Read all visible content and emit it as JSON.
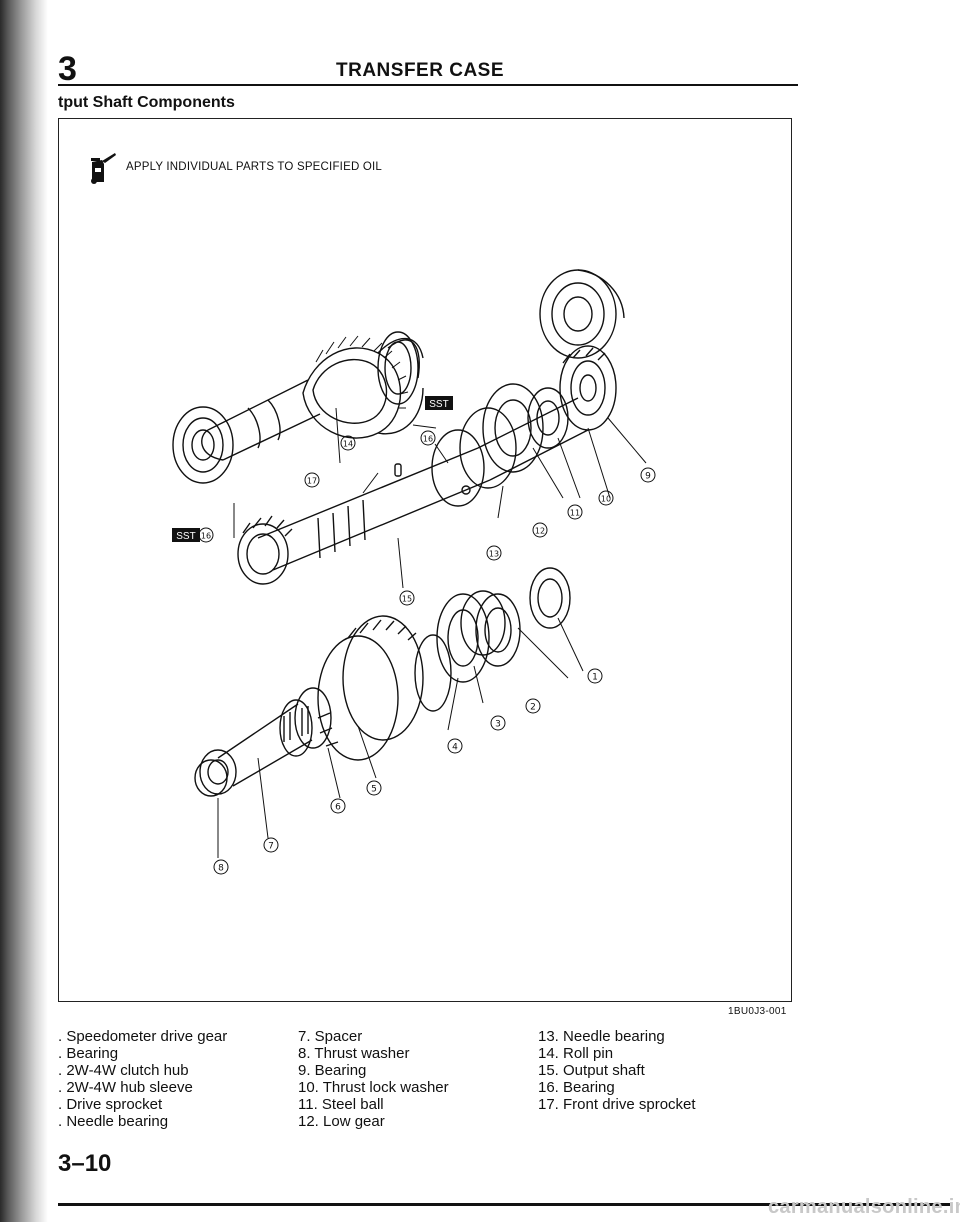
{
  "header": {
    "chapter": "3",
    "title": "TRANSFER CASE",
    "section": "tput Shaft Components"
  },
  "figure": {
    "oil_note": "APPLY INDIVIDUAL PARTS TO SPECIFIED OIL",
    "oil_icon": "oil-can-icon",
    "sst_label": "SST",
    "callouts": [
      "1",
      "2",
      "3",
      "4",
      "5",
      "6",
      "7",
      "8",
      "9",
      "10",
      "11",
      "12",
      "13",
      "14",
      "15",
      "16",
      "16",
      "17"
    ],
    "code": "1BU0J3-001"
  },
  "legend": {
    "col1": [
      ". Speedometer drive gear",
      ". Bearing",
      ". 2W-4W clutch hub",
      ". 2W-4W hub sleeve",
      ". Drive sprocket",
      ". Needle bearing"
    ],
    "col2": [
      "7. Spacer",
      "8. Thrust washer",
      "9. Bearing",
      "10. Thrust lock washer",
      "11. Steel ball",
      "12. Low gear"
    ],
    "col3": [
      "13. Needle bearing",
      "14. Roll pin",
      "15. Output shaft",
      "16. Bearing",
      "17. Front drive sprocket"
    ]
  },
  "footer": {
    "page_number": "3–10",
    "watermark": "carmanualsonline.info"
  }
}
